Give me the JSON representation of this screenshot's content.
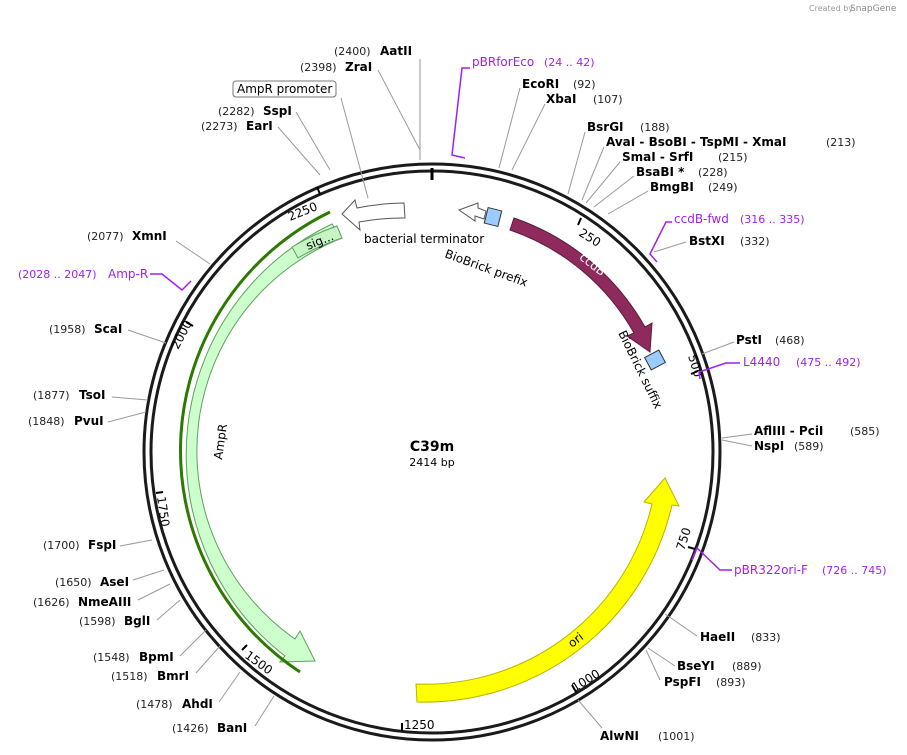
{
  "credit": {
    "prefix": "Created by",
    "brand": "SnapGene"
  },
  "plasmid": {
    "name": "C39m",
    "size": "2414 bp"
  },
  "ticks": [
    "250",
    "500",
    "750",
    "1000",
    "1250",
    "1500",
    "1750",
    "2000",
    "2250"
  ],
  "sites": [
    {
      "pos": "(2400)",
      "name": "AatII"
    },
    {
      "pos": "(2398)",
      "name": "ZraI"
    },
    {
      "pos": "(2282)",
      "name": "SspI"
    },
    {
      "pos": "(2273)",
      "name": "EarI"
    },
    {
      "pos": "(92)",
      "name": "EcoRI"
    },
    {
      "pos": "(107)",
      "name": "XbaI"
    },
    {
      "pos": "(188)",
      "name": "BsrGI"
    },
    {
      "pos": "(213)",
      "name": "AvaI  - BsoBI  - TspMI  - XmaI"
    },
    {
      "pos": "(215)",
      "name": "SmaI  - SrfI"
    },
    {
      "pos": "(228)",
      "name": "BsaBI *"
    },
    {
      "pos": "(249)",
      "name": "BmgBI"
    },
    {
      "pos": "(332)",
      "name": "BstXI"
    },
    {
      "pos": "(468)",
      "name": "PstI"
    },
    {
      "pos": "(585)",
      "name": "AflIII  - PciI"
    },
    {
      "pos": "(589)",
      "name": "NspI"
    },
    {
      "pos": "(833)",
      "name": "HaeII"
    },
    {
      "pos": "(889)",
      "name": "BseYI"
    },
    {
      "pos": "(893)",
      "name": "PspFI"
    },
    {
      "pos": "(1001)",
      "name": "AlwNI"
    },
    {
      "pos": "(2077)",
      "name": "XmnI"
    },
    {
      "pos": "(1958)",
      "name": "ScaI"
    },
    {
      "pos": "(1877)",
      "name": "TsoI"
    },
    {
      "pos": "(1848)",
      "name": "PvuI"
    },
    {
      "pos": "(1700)",
      "name": "FspI"
    },
    {
      "pos": "(1650)",
      "name": "AseI"
    },
    {
      "pos": "(1626)",
      "name": "NmeAIII"
    },
    {
      "pos": "(1598)",
      "name": "BglI"
    },
    {
      "pos": "(1548)",
      "name": "BpmI"
    },
    {
      "pos": "(1518)",
      "name": "BmrI"
    },
    {
      "pos": "(1478)",
      "name": "AhdI"
    },
    {
      "pos": "(1426)",
      "name": "BanI"
    }
  ],
  "primers": [
    {
      "name": "pBRforEco",
      "range": "(24 .. 42)"
    },
    {
      "name": "ccdB-fwd",
      "range": "(316 .. 335)"
    },
    {
      "name": "L4440",
      "range": "(475 .. 492)"
    },
    {
      "name": "pBR322ori-F",
      "range": "(726 .. 745)"
    },
    {
      "name": "Amp-R",
      "range": "(2028 .. 2047)"
    }
  ],
  "features": {
    "ampr_promoter": "AmpR promoter",
    "bacterial_terminator": "bacterial terminator",
    "biobrick_prefix": "BioBrick prefix",
    "ccdb": "ccdB",
    "biobrick_suffix": "BioBrick suffix",
    "ori": "ori",
    "ampr": "AmpR",
    "sig": "sig..."
  },
  "colors": {
    "backbone": "#1a1a1a",
    "ccdb": "#8e2b5c",
    "ori": "#ffff00",
    "ampr": "#ccffcc",
    "ampr_stroke": "#5fa05f",
    "primer": "#a020f0",
    "biobrick": "#99ccff",
    "promoter_bg": "#ffffff"
  }
}
